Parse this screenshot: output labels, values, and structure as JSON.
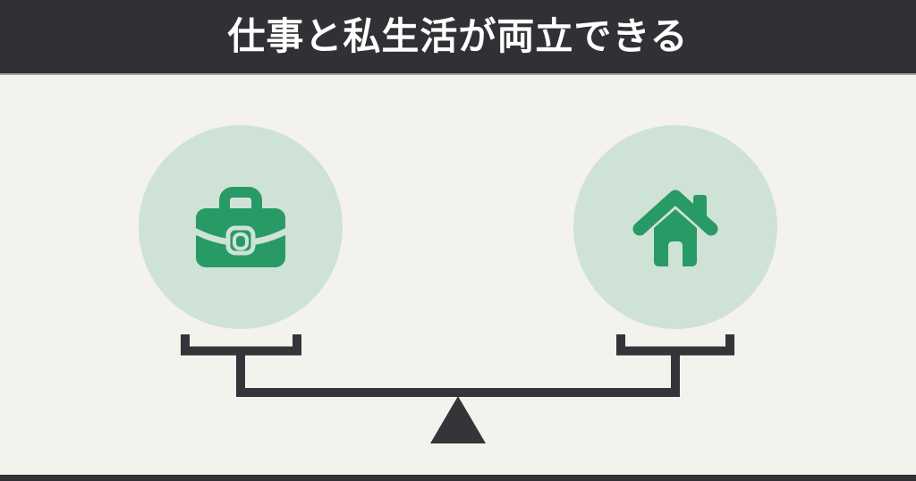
{
  "header": {
    "title": "仕事と私生活が両立できる"
  },
  "diagram": {
    "type": "balance-scale",
    "state": "balanced",
    "left_pan": {
      "icon": "briefcase-icon"
    },
    "right_pan": {
      "icon": "house-icon"
    }
  },
  "colors": {
    "header_bg": "#303134",
    "header_text": "#ffffff",
    "page_bg": "#f4f2ed",
    "circle_bg": "#cfe2d6",
    "icon_green": "#279a66",
    "scale_dark": "#333539",
    "header_divider": "#a5a5a0"
  }
}
